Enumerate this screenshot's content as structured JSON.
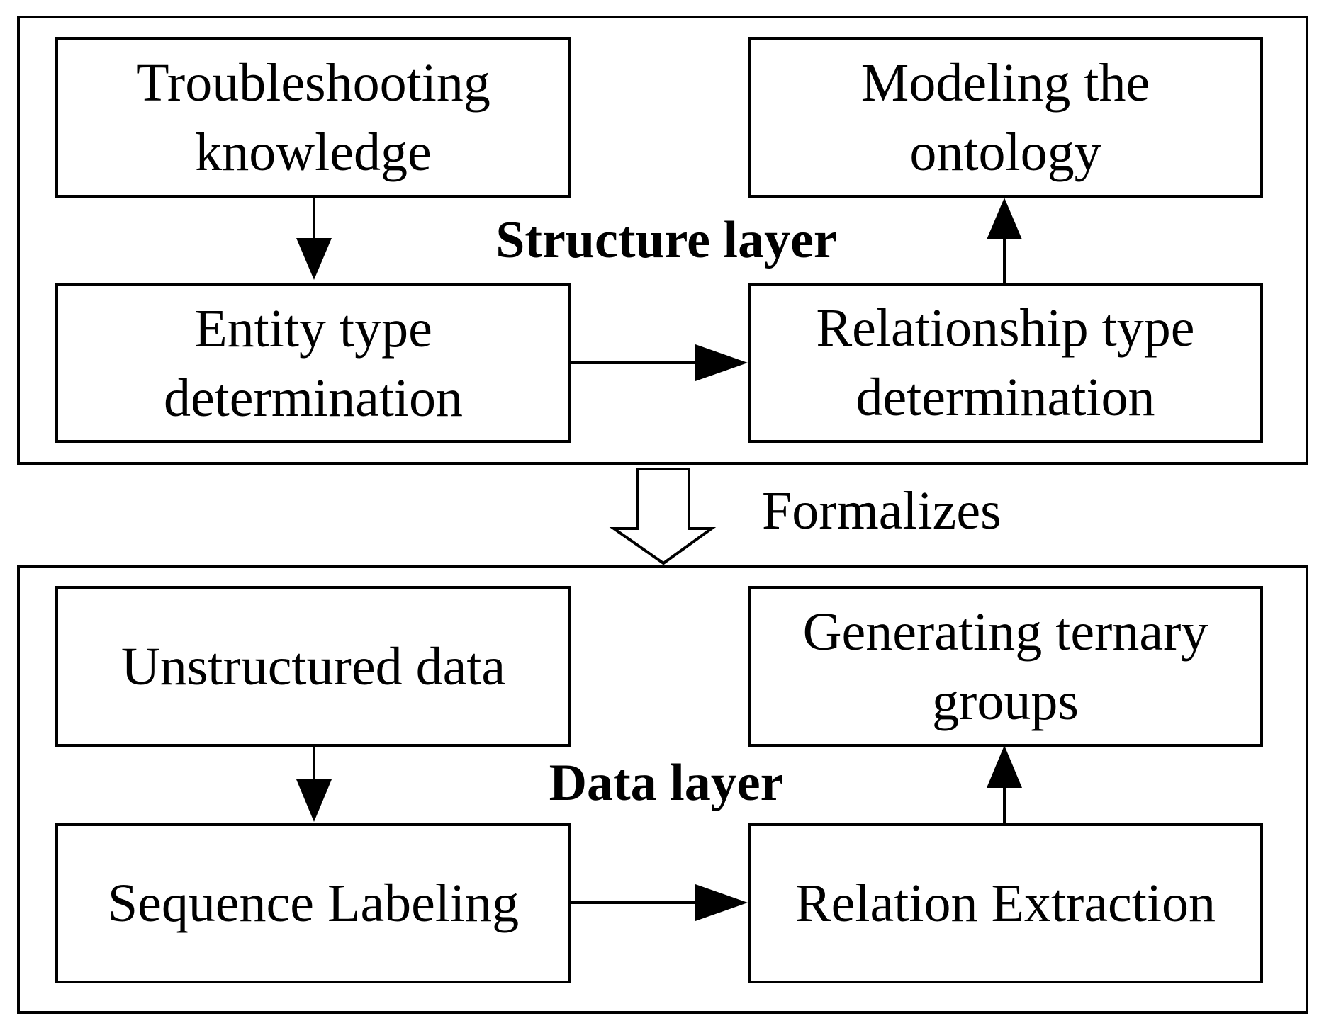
{
  "structure_layer": {
    "title": "Structure layer",
    "boxes": {
      "troubleshooting": [
        "Troubleshooting",
        "knowledge"
      ],
      "modeling": [
        "Modeling the",
        "ontology"
      ],
      "entity": [
        "Entity type",
        "determination"
      ],
      "relationship": [
        "Relationship type",
        "determination"
      ]
    }
  },
  "transition": {
    "label": "Formalizes"
  },
  "data_layer": {
    "title": "Data layer",
    "boxes": {
      "unstructured": [
        "Unstructured data"
      ],
      "generating": [
        "Generating ternary",
        "groups"
      ],
      "sequence": [
        "Sequence Labeling"
      ],
      "relation": [
        "Relation Extraction"
      ]
    }
  },
  "colors": {
    "stroke": "#000000",
    "background": "#ffffff"
  }
}
